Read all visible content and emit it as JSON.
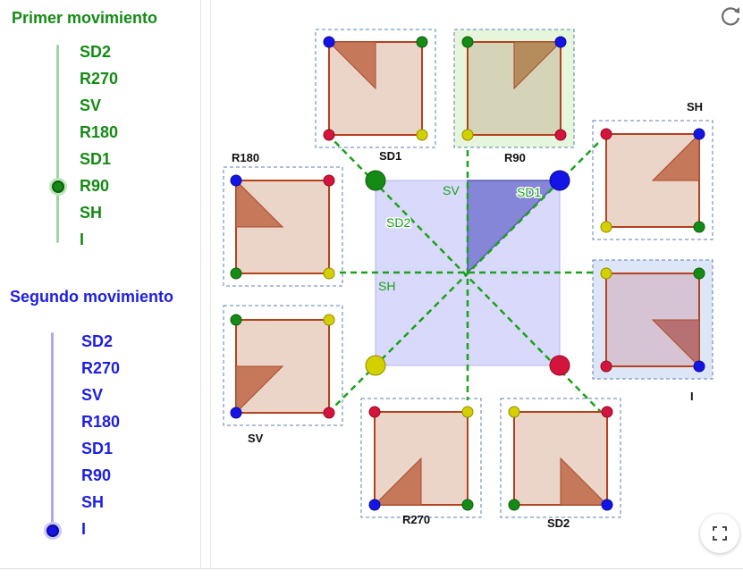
{
  "sidebar": {
    "first": {
      "title": "Primer movimiento",
      "options": [
        "SD2",
        "R270",
        "SV",
        "R180",
        "SD1",
        "R90",
        "SH",
        "I"
      ],
      "selected": "R90"
    },
    "second": {
      "title": "Segundo movimiento",
      "options": [
        "SD2",
        "R270",
        "SV",
        "R180",
        "SD1",
        "R90",
        "SH",
        "I"
      ],
      "selected": "I"
    }
  },
  "center": {
    "axis_labels": {
      "sv": "SV",
      "sd1": "SD1",
      "sd2": "SD2",
      "sh": "SH"
    }
  },
  "tiles": {
    "sd1": "SD1",
    "r90": "R90",
    "sh": "SH",
    "r180": "R180",
    "i": "I",
    "sv": "SV",
    "r270": "R270",
    "sd2": "SD2"
  },
  "colors": {
    "green_text": "#148b14",
    "blue_text": "#1e1ee6",
    "tile_fill": "#ead5c8",
    "tile_border": "#b5411e",
    "triangle": "#c5795a",
    "center_fill": "#d9d9fb",
    "center_triangle": "#8686d9",
    "axis": "#1aa21a",
    "vertex_blue": "#1414e6",
    "vertex_green": "#148b14",
    "vertex_red": "#d4143c",
    "vertex_yellow": "#d4d000",
    "highlight_green": "#e6f6dc",
    "highlight_blue": "#dde6f6"
  },
  "icons": {
    "reset": "reset-icon",
    "fullscreen": "fullscreen-icon"
  }
}
